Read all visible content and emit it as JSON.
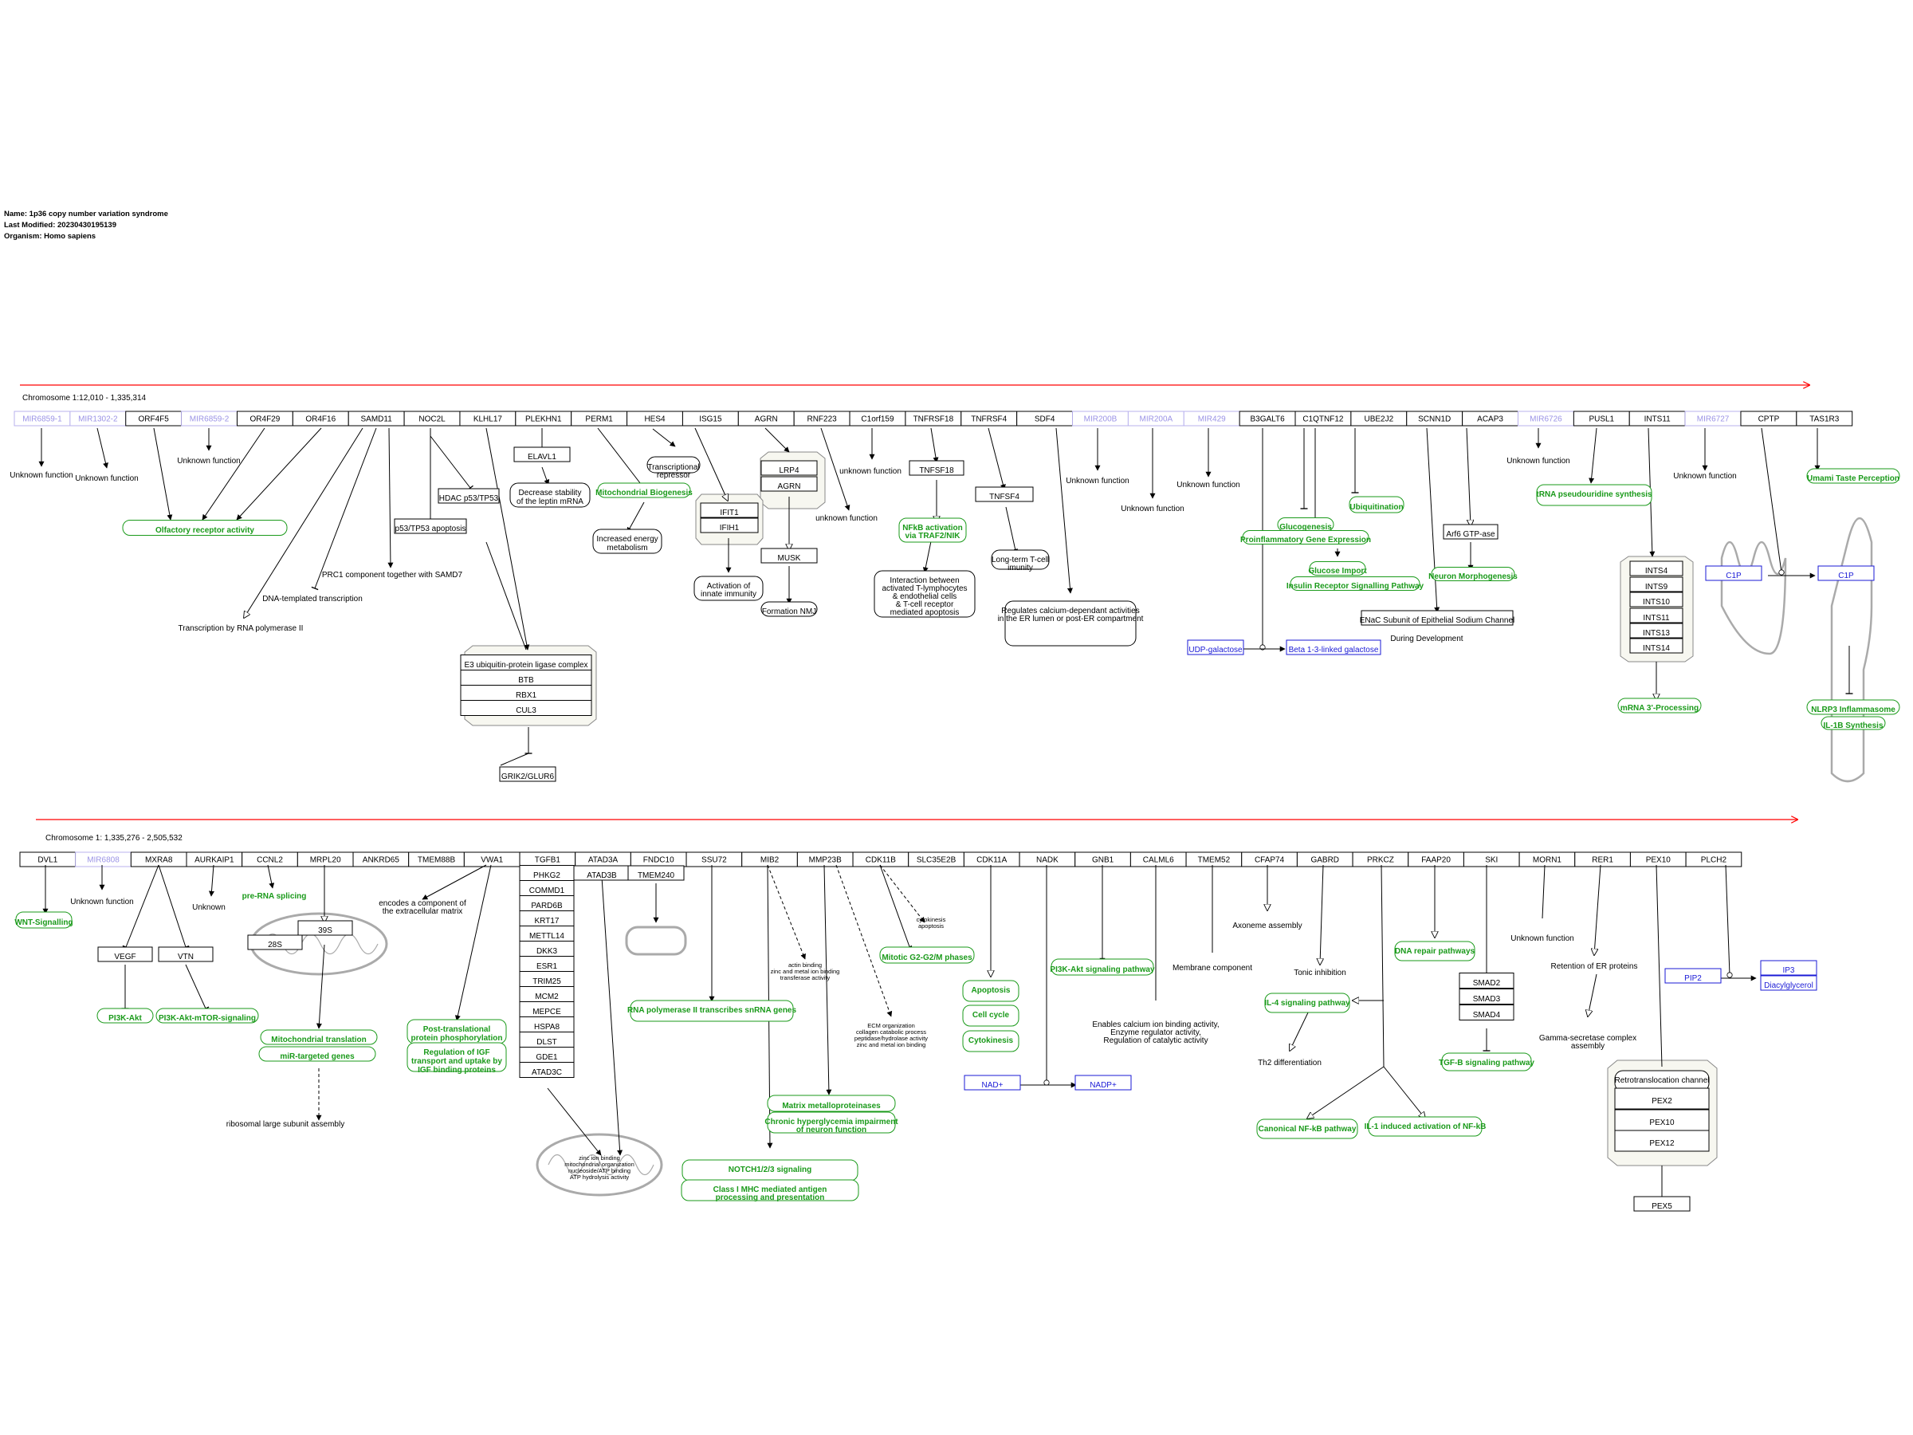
{
  "header": {
    "name": "Name: 1p36 copy number variation syndrome",
    "modified": "Last Modified: 20230430195139",
    "organism": "Organism: Homo sapiens"
  },
  "chromosomes": {
    "row1": "Chromosome 1:12,010 - 1,335,314",
    "row2": "Chromosome 1: 1,335,276 - 2,505,532"
  },
  "colors": {
    "gene": "#000000",
    "mirna": "#9b93e6",
    "pathway": "#1a9a1a",
    "metabolite": "#1a1ad6",
    "chromosome_line": "#ff0000"
  },
  "genes_row1": [
    "MIR6859-1",
    "MIR1302-2",
    "ORF4F5",
    "MIR6859-2",
    "OR4F29",
    "OR4F16",
    "SAMD11",
    "NOC2L",
    "KLHL17",
    "PLEKHN1",
    "PERM1",
    "HES4",
    "ISG15",
    "AGRN",
    "RNF223",
    "C1orf159",
    "TNFRSF18",
    "TNFRSF4",
    "SDF4",
    "MIR200B",
    "MIR200A",
    "MIR429",
    "B3GALT6",
    "C1QTNF12",
    "UBE2J2",
    "SCNN1D",
    "ACAP3",
    "MIR6726",
    "PUSL1",
    "INTS11",
    "MIR6727",
    "CPTP",
    "TAS1R3"
  ],
  "genes_row2": [
    "DVL1",
    "MIR6808",
    "MXRA8",
    "AURKAIP1",
    "CCNL2",
    "MRPL20",
    "ANKRD65",
    "TMEM88B",
    "VWA1",
    "TGFB1",
    "ATAD3A",
    "FNDC10",
    "SSU72",
    "MIB2",
    "MMP23B",
    "CDK11B",
    "SLC35E2B",
    "CDK11A",
    "NADK",
    "GNB1",
    "CALML6",
    "TMEM52",
    "CFAP74",
    "GABRD",
    "PRKCZ",
    "FAAP20",
    "SKI",
    "MORN1",
    "RER1",
    "PEX10",
    "PLCH2"
  ],
  "nodes": [
    {
      "id": "n1",
      "kind": "label",
      "text": "Unknown function"
    },
    {
      "id": "n2",
      "kind": "label",
      "text": "Unknown function"
    },
    {
      "id": "n3",
      "kind": "pathway",
      "text": "Olfactory receptor activity"
    },
    {
      "id": "n4",
      "kind": "label",
      "text": "Unknown function"
    },
    {
      "id": "n5",
      "kind": "label",
      "text": "Transcription by RNA polymerase II"
    },
    {
      "id": "n6",
      "kind": "label",
      "text": "DNA-templated transcription"
    },
    {
      "id": "n7",
      "kind": "label",
      "text": "PRC1 component together with SAMD7"
    },
    {
      "id": "n8",
      "kind": "gene",
      "text": "p53/TP53 apoptosis"
    },
    {
      "id": "n9",
      "kind": "gene",
      "text": "HDAC p53/TP53"
    },
    {
      "id": "n10",
      "kind": "gene",
      "text": "ELAVL1"
    },
    {
      "id": "n11",
      "kind": "rounded",
      "text": "Decrease stability"
    },
    {
      "id": "n11b",
      "kind": "rounded",
      "text": "of the leptin mRNA"
    },
    {
      "id": "n12",
      "kind": "pathway",
      "text": "Mitochondrial Biogenesis"
    },
    {
      "id": "n13",
      "kind": "rounded",
      "text": "Increased energy"
    },
    {
      "id": "n13b",
      "kind": "rounded",
      "text": "metabolism"
    },
    {
      "id": "n14",
      "kind": "rounded",
      "text": "Transcriptional"
    },
    {
      "id": "n14b",
      "kind": "rounded",
      "text": "repressor"
    },
    {
      "id": "n15",
      "kind": "gene",
      "text": "IFIT1"
    },
    {
      "id": "n16",
      "kind": "gene",
      "text": "IFIH1"
    },
    {
      "id": "n17",
      "kind": "rounded",
      "text": "Activation of"
    },
    {
      "id": "n17b",
      "kind": "rounded",
      "text": "innate immunity"
    },
    {
      "id": "n18",
      "kind": "gene",
      "text": "LRP4"
    },
    {
      "id": "n19",
      "kind": "gene",
      "text": "AGRN"
    },
    {
      "id": "n20",
      "kind": "gene",
      "text": "MUSK"
    },
    {
      "id": "n21",
      "kind": "rounded",
      "text": "Formation NMJ"
    },
    {
      "id": "n22",
      "kind": "label",
      "text": "unknown function"
    },
    {
      "id": "n23",
      "kind": "label",
      "text": "unknown function"
    },
    {
      "id": "n24",
      "kind": "gene",
      "text": "TNFSF18"
    },
    {
      "id": "n25",
      "kind": "pathway",
      "text": "NFkB activation"
    },
    {
      "id": "n25b",
      "kind": "pathway",
      "text": "via TRAF2/NIK"
    },
    {
      "id": "n26",
      "kind": "rounded",
      "text": "Interaction between"
    },
    {
      "id": "n26b",
      "kind": "rounded",
      "text": "activated T-lymphocytes"
    },
    {
      "id": "n26c",
      "kind": "rounded",
      "text": "& endothelial cells"
    },
    {
      "id": "n26d",
      "kind": "rounded",
      "text": "& T-cell receptor"
    },
    {
      "id": "n26e",
      "kind": "rounded",
      "text": "mediated apoptosis"
    },
    {
      "id": "n27",
      "kind": "gene",
      "text": "TNFSF4"
    },
    {
      "id": "n28",
      "kind": "rounded",
      "text": "Long-term T-cell"
    },
    {
      "id": "n28b",
      "kind": "rounded",
      "text": "imunity"
    },
    {
      "id": "n29",
      "kind": "rounded",
      "text": "Regulates calcium-dependant activities"
    },
    {
      "id": "n29b",
      "kind": "rounded",
      "text": "in the ER lumen or post-ER compartment"
    },
    {
      "id": "n30",
      "kind": "label",
      "text": "Unknown function"
    },
    {
      "id": "n31",
      "kind": "label",
      "text": "Unknown function"
    },
    {
      "id": "n32",
      "kind": "label",
      "text": "Unknown function"
    },
    {
      "id": "n33",
      "kind": "metabolite",
      "text": "UDP-galactose"
    },
    {
      "id": "n34",
      "kind": "metabolite",
      "text": "Beta 1-3-linked galactose"
    },
    {
      "id": "n35",
      "kind": "pathway",
      "text": "Glucogenesis"
    },
    {
      "id": "n36",
      "kind": "pathway",
      "text": "Proinflammatory Gene Expression"
    },
    {
      "id": "n37",
      "kind": "pathway",
      "text": "Glucose Import"
    },
    {
      "id": "n38",
      "kind": "pathway",
      "text": "Insulin Receptor Signalling Pathway"
    },
    {
      "id": "n39",
      "kind": "pathway",
      "text": "Ubiquitination"
    },
    {
      "id": "n40",
      "kind": "gene",
      "text": "Arf6 GTP-ase"
    },
    {
      "id": "n41",
      "kind": "pathway",
      "text": "Neuron Morphogenesis"
    },
    {
      "id": "n42",
      "kind": "gene",
      "text": "ENaC Subunit of Epithelial Sodium Channel"
    },
    {
      "id": "n43",
      "kind": "label",
      "text": "During Development"
    },
    {
      "id": "n44",
      "kind": "label",
      "text": "Unknown function"
    },
    {
      "id": "n45",
      "kind": "pathway",
      "text": "tRNA pseudouridine synthesis"
    },
    {
      "id": "n46",
      "kind": "gene",
      "text": "INTS4"
    },
    {
      "id": "n47",
      "kind": "gene",
      "text": "INTS9"
    },
    {
      "id": "n48",
      "kind": "gene",
      "text": "INTS10"
    },
    {
      "id": "n49",
      "kind": "gene",
      "text": "INTS11"
    },
    {
      "id": "n50",
      "kind": "gene",
      "text": "INTS13"
    },
    {
      "id": "n51",
      "kind": "gene",
      "text": "INTS14"
    },
    {
      "id": "n52",
      "kind": "pathway",
      "text": "mRNA 3'-Processing"
    },
    {
      "id": "n53",
      "kind": "label",
      "text": "Unknown function"
    },
    {
      "id": "n54",
      "kind": "metabolite",
      "text": "C1P"
    },
    {
      "id": "n55",
      "kind": "metabolite",
      "text": "C1P"
    },
    {
      "id": "n56",
      "kind": "pathway",
      "text": "Umami Taste Perception"
    },
    {
      "id": "n57",
      "kind": "pathway",
      "text": "NLRP3 Inflammasome"
    },
    {
      "id": "n58",
      "kind": "pathway",
      "text": "IL-1B Synthesis"
    },
    {
      "id": "n59",
      "kind": "gene",
      "text": "E3 ubiquitin-protein ligase complex"
    },
    {
      "id": "n60",
      "kind": "gene",
      "text": "BTB"
    },
    {
      "id": "n61",
      "kind": "gene",
      "text": "RBX1"
    },
    {
      "id": "n62",
      "kind": "gene",
      "text": "CUL3"
    },
    {
      "id": "n63",
      "kind": "gene",
      "text": "GRIK2/GLUR6"
    },
    {
      "id": "m1",
      "kind": "pathway",
      "text": "WNT-Signalling"
    },
    {
      "id": "m2",
      "kind": "label",
      "text": "Unknown function"
    },
    {
      "id": "m3",
      "kind": "gene",
      "text": "VEGF"
    },
    {
      "id": "m4",
      "kind": "gene",
      "text": "VTN"
    },
    {
      "id": "m5",
      "kind": "pathway",
      "text": "PI3K-Akt"
    },
    {
      "id": "m6",
      "kind": "pathway",
      "text": "PI3K-Akt-mTOR-signaling"
    },
    {
      "id": "m7",
      "kind": "label",
      "text": "Unknown"
    },
    {
      "id": "m8",
      "kind": "pathway",
      "text": "pre-RNA splicing"
    },
    {
      "id": "m9",
      "kind": "gene",
      "text": "39S"
    },
    {
      "id": "m10",
      "kind": "gene",
      "text": "28S"
    },
    {
      "id": "m11",
      "kind": "pathway",
      "text": "Mitochondrial translation"
    },
    {
      "id": "m12",
      "kind": "pathway",
      "text": "miR-targeted genes"
    },
    {
      "id": "m13",
      "kind": "label",
      "text": "ribosomal large subunit assembly"
    },
    {
      "id": "m14",
      "kind": "label",
      "text": "encodes a component of"
    },
    {
      "id": "m14b",
      "kind": "label",
      "text": "the extracellular matrix"
    },
    {
      "id": "m15",
      "kind": "pathway",
      "text": "Post-translational"
    },
    {
      "id": "m15b",
      "kind": "pathway",
      "text": "protein phosphorylation"
    },
    {
      "id": "m16",
      "kind": "pathway",
      "text": "Regulation of IGF"
    },
    {
      "id": "m16b",
      "kind": "pathway",
      "text": "transport and uptake by"
    },
    {
      "id": "m16c",
      "kind": "pathway",
      "text": "IGF binding proteins"
    },
    {
      "id": "m17",
      "kind": "gene",
      "text": "PHKG2"
    },
    {
      "id": "m18",
      "kind": "gene",
      "text": "COMMD1"
    },
    {
      "id": "m19",
      "kind": "gene",
      "text": "PARD6B"
    },
    {
      "id": "m20",
      "kind": "gene",
      "text": "KRT17"
    },
    {
      "id": "m21",
      "kind": "gene",
      "text": "METTL14"
    },
    {
      "id": "m22",
      "kind": "gene",
      "text": "DKK3"
    },
    {
      "id": "m23",
      "kind": "gene",
      "text": "ESR1"
    },
    {
      "id": "m24",
      "kind": "gene",
      "text": "TRIM25"
    },
    {
      "id": "m25",
      "kind": "gene",
      "text": "MCM2"
    },
    {
      "id": "m26",
      "kind": "gene",
      "text": "MEPCE"
    },
    {
      "id": "m27",
      "kind": "gene",
      "text": "HSPA8"
    },
    {
      "id": "m28",
      "kind": "gene",
      "text": "DLST"
    },
    {
      "id": "m29",
      "kind": "gene",
      "text": "GDE1"
    },
    {
      "id": "m30",
      "kind": "gene",
      "text": "ATAD3C"
    },
    {
      "id": "m31",
      "kind": "gene",
      "text": "ATAD3B"
    },
    {
      "id": "m32",
      "kind": "gene",
      "text": "TMEM240"
    },
    {
      "id": "m33",
      "kind": "small",
      "text": "zinc ion binding"
    },
    {
      "id": "m33b",
      "kind": "small",
      "text": "mitochondrial organization"
    },
    {
      "id": "m33c",
      "kind": "small",
      "text": "nucleoside/ATP binding"
    },
    {
      "id": "m33d",
      "kind": "small",
      "text": "ATP hydrolysis activity"
    },
    {
      "id": "m34",
      "kind": "pathway",
      "text": "RNA polymerase II transcribes snRNA genes"
    },
    {
      "id": "m35",
      "kind": "small",
      "text": "actin binding"
    },
    {
      "id": "m35b",
      "kind": "small",
      "text": "zinc and metal ion binding"
    },
    {
      "id": "m35c",
      "kind": "small",
      "text": "transferase activity"
    },
    {
      "id": "m36",
      "kind": "pathway",
      "text": "NOTCH1/2/3 signaling"
    },
    {
      "id": "m37",
      "kind": "pathway",
      "text": "Class I MHC mediated antigen"
    },
    {
      "id": "m37b",
      "kind": "pathway",
      "text": "processing and presentation"
    },
    {
      "id": "m38",
      "kind": "small",
      "text": "ECM organization"
    },
    {
      "id": "m38b",
      "kind": "small",
      "text": "collagen catabolic process"
    },
    {
      "id": "m38c",
      "kind": "small",
      "text": "peptidase/hydrolase activity"
    },
    {
      "id": "m38d",
      "kind": "small",
      "text": "zinc and metal ion binding"
    },
    {
      "id": "m39",
      "kind": "pathway",
      "text": "Matrix metalloproteinases"
    },
    {
      "id": "m40",
      "kind": "pathway",
      "text": "Chronic hyperglycemia impairment"
    },
    {
      "id": "m40b",
      "kind": "pathway",
      "text": "of neuron function"
    },
    {
      "id": "m41",
      "kind": "small",
      "text": "cytokinesis"
    },
    {
      "id": "m41b",
      "kind": "small",
      "text": "apoptosis"
    },
    {
      "id": "m42",
      "kind": "pathway",
      "text": "Mitotic G2-G2/M phases"
    },
    {
      "id": "m43",
      "kind": "pathway",
      "text": "Apoptosis"
    },
    {
      "id": "m44",
      "kind": "pathway",
      "text": "Cell cycle"
    },
    {
      "id": "m45",
      "kind": "pathway",
      "text": "Cytokinesis"
    },
    {
      "id": "m46",
      "kind": "metabolite",
      "text": "NAD+"
    },
    {
      "id": "m47",
      "kind": "metabolite",
      "text": "NADP+"
    },
    {
      "id": "m48",
      "kind": "pathway",
      "text": "PI3K-Akt signaling pathway"
    },
    {
      "id": "m49",
      "kind": "label",
      "text": "Enables calcium ion binding activity,"
    },
    {
      "id": "m49b",
      "kind": "label",
      "text": "Enzyme regulator activity,"
    },
    {
      "id": "m49c",
      "kind": "label",
      "text": "Regulation of catalytic activity"
    },
    {
      "id": "m50",
      "kind": "label",
      "text": "Membrane component"
    },
    {
      "id": "m51",
      "kind": "label",
      "text": "Axoneme assembly"
    },
    {
      "id": "m52",
      "kind": "label",
      "text": "Tonic inhibition"
    },
    {
      "id": "m53",
      "kind": "pathway",
      "text": "IL-4 signaling pathway"
    },
    {
      "id": "m54",
      "kind": "label",
      "text": "Th2 differentiation"
    },
    {
      "id": "m55",
      "kind": "pathway",
      "text": "Canonical NF-kB pathway"
    },
    {
      "id": "m56",
      "kind": "pathway",
      "text": "IL-1 induced activation of NF-kB"
    },
    {
      "id": "m57",
      "kind": "pathway",
      "text": "DNA repair pathways"
    },
    {
      "id": "m58",
      "kind": "gene",
      "text": "SMAD2"
    },
    {
      "id": "m59",
      "kind": "gene",
      "text": "SMAD3"
    },
    {
      "id": "m60",
      "kind": "gene",
      "text": "SMAD4"
    },
    {
      "id": "m61",
      "kind": "pathway",
      "text": "TGF-B signaling pathway"
    },
    {
      "id": "m62",
      "kind": "label",
      "text": "Unknown function"
    },
    {
      "id": "m63",
      "kind": "label",
      "text": "Retention of ER proteins"
    },
    {
      "id": "m64",
      "kind": "label",
      "text": "Gamma-secretase complex"
    },
    {
      "id": "m64b",
      "kind": "label",
      "text": "assembly"
    },
    {
      "id": "m65",
      "kind": "rounded",
      "text": "Retrotranslocation channel"
    },
    {
      "id": "m66",
      "kind": "gene",
      "text": "PEX2"
    },
    {
      "id": "m67",
      "kind": "gene",
      "text": "PEX10"
    },
    {
      "id": "m68",
      "kind": "gene",
      "text": "PEX12"
    },
    {
      "id": "m69",
      "kind": "gene",
      "text": "PEX5"
    },
    {
      "id": "m70",
      "kind": "metabolite",
      "text": "PIP2"
    },
    {
      "id": "m71",
      "kind": "metabolite",
      "text": "IP3"
    },
    {
      "id": "m72",
      "kind": "metabolite",
      "text": "Diacylglycerol"
    }
  ]
}
